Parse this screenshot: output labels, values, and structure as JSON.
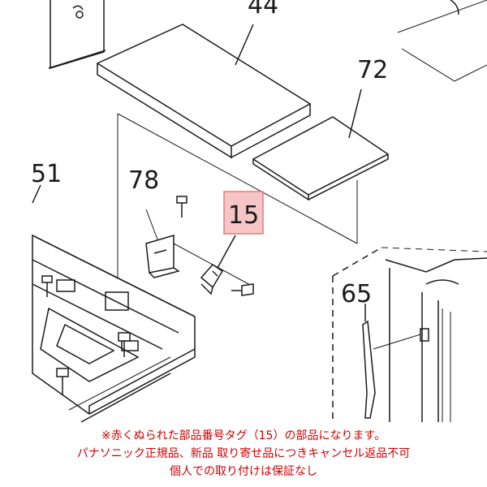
{
  "parts": {
    "p44": "44",
    "p72": "72",
    "p51": "51",
    "p78": "78",
    "p15": "15",
    "p65": "65"
  },
  "highlight": {
    "part": "15",
    "color": "#f6c6c6",
    "border": "#e07a7a"
  },
  "notice": {
    "line1": "※赤くぬられた部品番号タグ（15）の部品になります。",
    "line2": "パナソニック正規品、新品 取り寄せ品につきキャンセル返品不可",
    "line3": "個人での取り付けは保証なし",
    "color": "#d00000"
  }
}
